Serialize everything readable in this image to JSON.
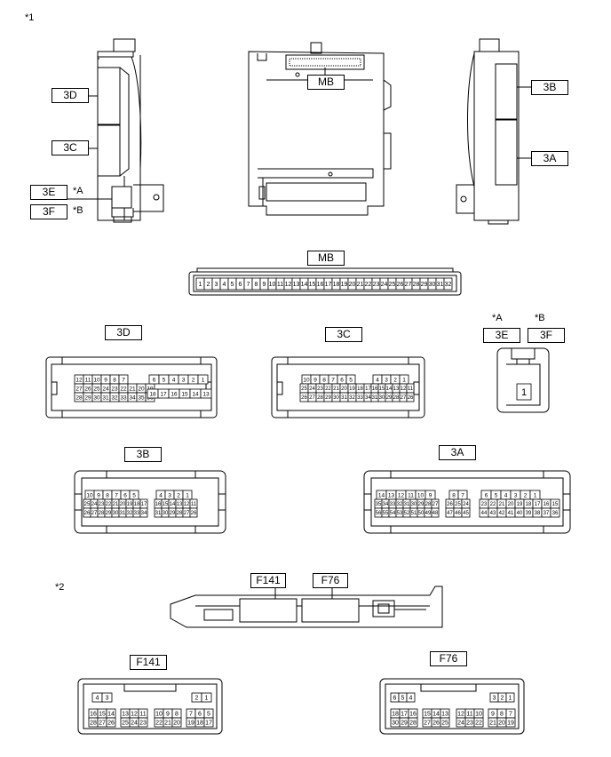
{
  "notes": {
    "star1": "*1",
    "star2": "*2",
    "a": "*A",
    "b": "*B",
    "a2": "*A",
    "b2": "*B"
  },
  "top_labels": {
    "d3": "3D",
    "c3": "3C",
    "e3": "3E",
    "f3": "3F",
    "mb": "MB",
    "b3": "3B",
    "a3": "3A"
  },
  "connectors": {
    "mb": {
      "label": "MB",
      "pins": [
        "1",
        "2",
        "3",
        "4",
        "5",
        "6",
        "7",
        "8",
        "9",
        "10",
        "11",
        "12",
        "13",
        "14",
        "15",
        "16",
        "17",
        "18",
        "19",
        "20",
        "21",
        "22",
        "23",
        "24",
        "25",
        "26",
        "27",
        "28",
        "29",
        "30",
        "31",
        "32"
      ]
    },
    "c3d": {
      "label": "3D",
      "g1_row1": [
        "12",
        "11",
        "10",
        "9",
        "8",
        "7"
      ],
      "g1_row2": [
        "27",
        "26",
        "25",
        "24",
        "23",
        "22",
        "21",
        "20",
        "19"
      ],
      "g1_row3": [
        "28",
        "29",
        "30",
        "31",
        "32",
        "33",
        "34",
        "35",
        "36"
      ],
      "g2_row1": [
        "6",
        "5",
        "4",
        "3",
        "2",
        "1"
      ],
      "g2_row2": [
        "18",
        "17",
        "16",
        "15",
        "14",
        "13"
      ]
    },
    "c3c": {
      "label": "3C",
      "g1_row1": [
        "10",
        "9",
        "8",
        "7",
        "6",
        "5"
      ],
      "g1_row2": [
        "25",
        "24",
        "23",
        "22",
        "21",
        "20",
        "19",
        "18",
        "17"
      ],
      "g1_row3": [
        "26",
        "27",
        "28",
        "29",
        "30",
        "31",
        "32",
        "33",
        "34"
      ],
      "g2_row1": [
        "4",
        "3",
        "2",
        "1"
      ],
      "g2_row2": [
        "16",
        "15",
        "14",
        "13",
        "12",
        "11"
      ],
      "g2_row3": [
        "31",
        "30",
        "29",
        "28",
        "27",
        "26"
      ]
    },
    "c3e": {
      "label": "3E",
      "pin": "1"
    },
    "c3f": {
      "label": "3F"
    },
    "c3b": {
      "label": "3B",
      "g1_row1": [
        "10",
        "9",
        "8",
        "7",
        "6",
        "5"
      ],
      "g1_row2": [
        "25",
        "24",
        "23",
        "22",
        "21",
        "20",
        "19",
        "18",
        "17"
      ],
      "g1_row3": [
        "26",
        "27",
        "28",
        "29",
        "30",
        "31",
        "32",
        "33",
        "34"
      ],
      "g2_row1": [
        "4",
        "3",
        "2",
        "1"
      ],
      "g2_row2": [
        "16",
        "15",
        "14",
        "13",
        "12",
        "11"
      ],
      "g2_row3": [
        "31",
        "30",
        "29",
        "28",
        "27",
        "26"
      ]
    },
    "c3a": {
      "label": "3A",
      "g1_row1": [
        "14",
        "13",
        "12",
        "11",
        "10",
        "9"
      ],
      "g1_row2": [
        "35",
        "34",
        "33",
        "32",
        "31",
        "30",
        "29",
        "28",
        "27"
      ],
      "g1_row3": [
        "56",
        "55",
        "54",
        "53",
        "52",
        "51",
        "50",
        "49",
        "48"
      ],
      "g2_row1": [
        "8",
        "7"
      ],
      "g2_row2": [
        "26",
        "25",
        "24"
      ],
      "g2_row3": [
        "47",
        "46",
        "45"
      ],
      "g3_row1": [
        "6",
        "5",
        "4",
        "3",
        "2",
        "1"
      ],
      "g3_row2": [
        "23",
        "22",
        "21",
        "20",
        "19",
        "18",
        "17",
        "16",
        "15"
      ],
      "g3_row3": [
        "44",
        "43",
        "42",
        "41",
        "40",
        "39",
        "38",
        "37",
        "36"
      ]
    },
    "f141": {
      "label": "F141",
      "top_left": [
        "4",
        "3"
      ],
      "top_right": [
        "2",
        "1"
      ],
      "g1_row1": [
        "16",
        "15",
        "14"
      ],
      "g1_row2": [
        "28",
        "27",
        "26"
      ],
      "g2_row1": [
        "13",
        "12",
        "11"
      ],
      "g2_row2": [
        "25",
        "24",
        "23"
      ],
      "g3_row1": [
        "10",
        "9",
        "8"
      ],
      "g3_row2": [
        "22",
        "21",
        "20"
      ],
      "g4_row1": [
        "7",
        "6",
        "5"
      ],
      "g4_row2": [
        "19",
        "18",
        "17"
      ]
    },
    "f76": {
      "label": "F76",
      "top_left": [
        "6",
        "5",
        "4"
      ],
      "top_right": [
        "3",
        "2",
        "1"
      ],
      "g1_row1": [
        "18",
        "17",
        "16"
      ],
      "g1_row2": [
        "30",
        "29",
        "28"
      ],
      "g2_row1": [
        "15",
        "14",
        "13"
      ],
      "g2_row2": [
        "27",
        "26",
        "25"
      ],
      "g3_row1": [
        "12",
        "11",
        "10"
      ],
      "g3_row2": [
        "24",
        "23",
        "22"
      ],
      "g4_row1": [
        "9",
        "8",
        "7"
      ],
      "g4_row2": [
        "21",
        "20",
        "19"
      ]
    }
  },
  "ecu_labels": {
    "f141": "F141",
    "f76": "F76"
  }
}
